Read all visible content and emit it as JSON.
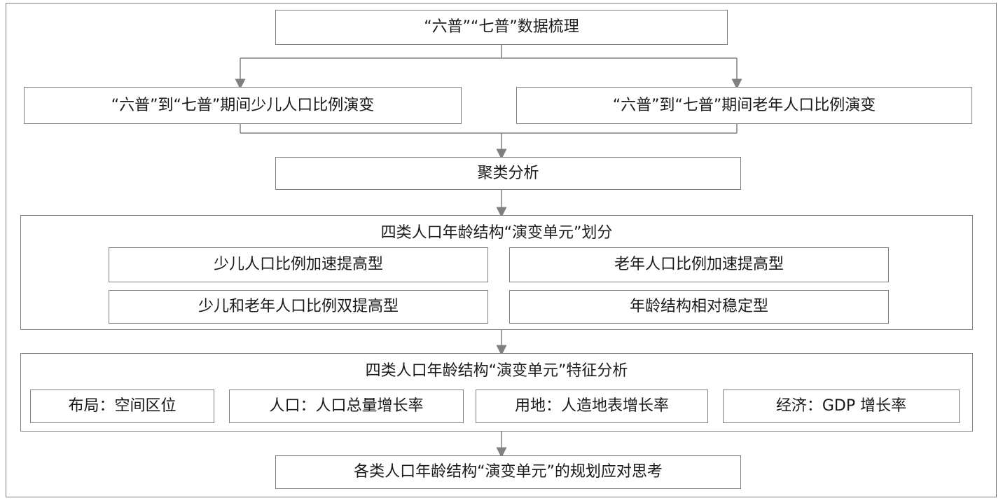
{
  "nodes": {
    "data_sorting": "“六普”“七普”数据梳理",
    "youth_change": "“六普”到“七普”期间少儿人口比例演变",
    "elderly_change": "“六普”到“七普”期间老年人口比例演变",
    "cluster_analysis": "聚类分析",
    "division": {
      "title": "四类人口年龄结构“演变单元”划分",
      "types": [
        "少儿人口比例加速提高型",
        "老年人口比例加速提高型",
        "少儿和老年人口比例双提高型",
        "年龄结构相对稳定型"
      ]
    },
    "features": {
      "title": "四类人口年龄结构“演变单元”特征分析",
      "items": [
        "布局：空间区位",
        "人口：人口总量增长率",
        "用地：人造地表增长率",
        "经济：GDP 增长率"
      ]
    },
    "planning": "各类人口年龄结构“演变单元”的规划应对思考"
  },
  "colors": {
    "border": "#7f7f7f",
    "arrow": "#808080",
    "text": "#1a1a1a"
  }
}
